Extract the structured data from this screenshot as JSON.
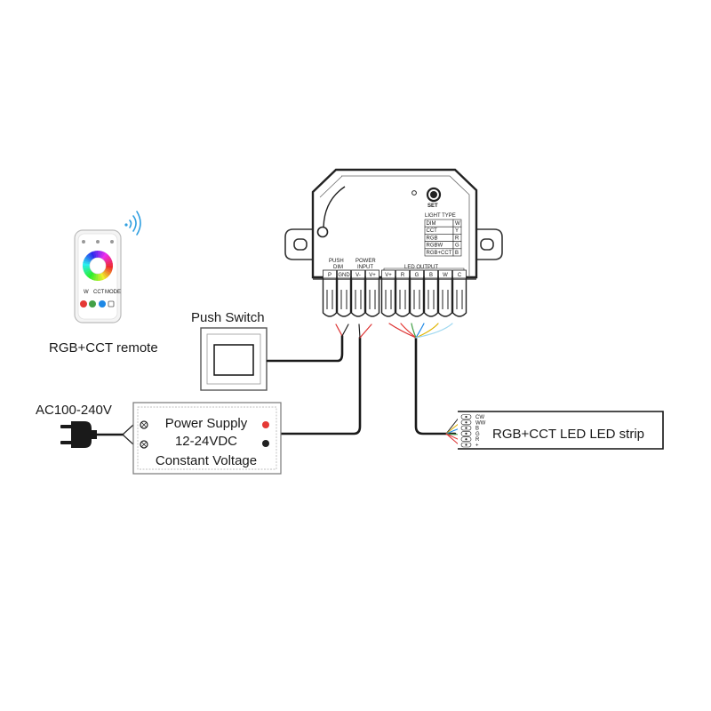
{
  "remote": {
    "label": "RGB+CCT remote",
    "btn_labels": [
      "W",
      "CCT",
      "MODE"
    ]
  },
  "push_switch": {
    "label": "Push Switch"
  },
  "mains": {
    "label": "AC100-240V"
  },
  "power_supply": {
    "line1": "Power Supply",
    "line2": "12-24VDC",
    "line3": "Constant Voltage"
  },
  "controller": {
    "set_label": "SET",
    "light_type_title": "LIGHT TYPE",
    "light_types": [
      {
        "name": "DIM",
        "code": "W"
      },
      {
        "name": "CCT",
        "code": "Y"
      },
      {
        "name": "RGB",
        "code": "R"
      },
      {
        "name": "RGBW",
        "code": "G"
      },
      {
        "name": "RGB+CCT",
        "code": "B"
      }
    ],
    "group_push": [
      "PUSH",
      "DIM"
    ],
    "group_power": [
      "POWER",
      "INPUT"
    ],
    "group_led": "LED OUTPUT",
    "terminals": [
      "P",
      "GND",
      "V-",
      "V+",
      "V+",
      "R",
      "G",
      "B",
      "W",
      "C"
    ]
  },
  "led_strip": {
    "label": "RGB+CCT LED LED strip",
    "pins": [
      "CW",
      "WW",
      "B",
      "G",
      "R",
      "+"
    ]
  }
}
